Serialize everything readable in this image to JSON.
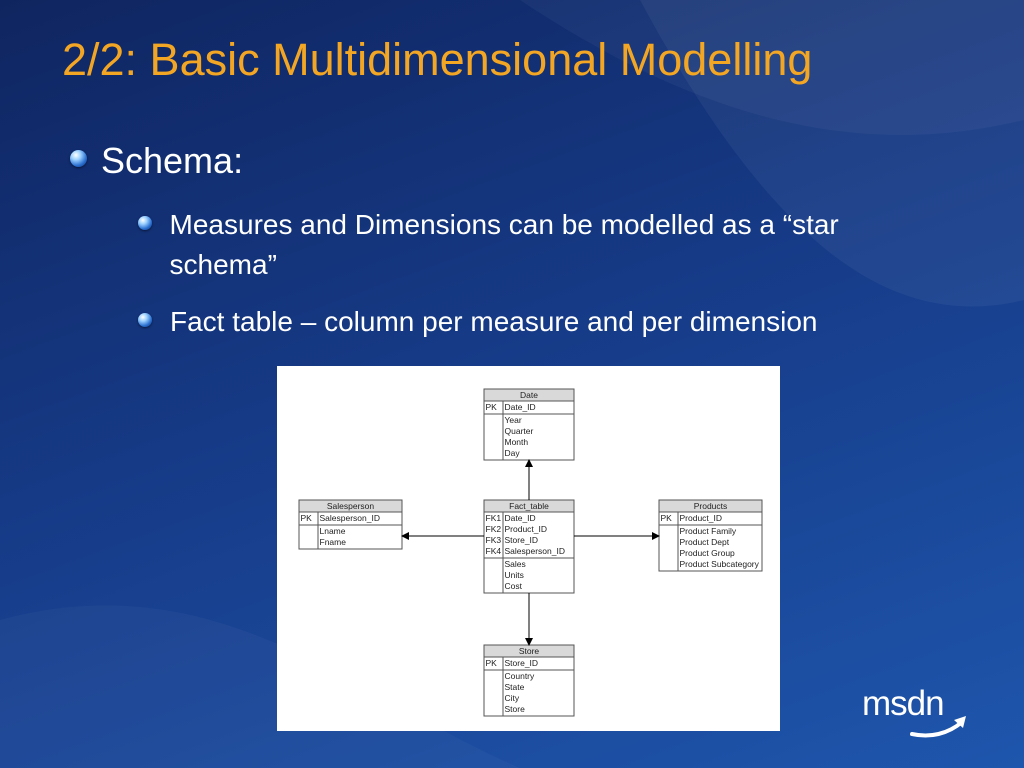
{
  "slide": {
    "title": "2/2: Basic Multidimensional Modelling",
    "bullets": [
      {
        "text": "Schema:",
        "children": [
          "Measures and Dimensions can be modelled as a “star schema”",
          "Fact table – column per measure and per dimension"
        ]
      }
    ]
  },
  "diagram": {
    "tables": [
      {
        "id": "date",
        "name": "Date",
        "keys": [
          "PK"
        ],
        "key_columns": [
          "Date_ID"
        ],
        "columns": [
          "Year",
          "Quarter",
          "Month",
          "Day"
        ]
      },
      {
        "id": "fact",
        "name": "Fact_table",
        "keys": [
          "FK1",
          "FK2",
          "FK3",
          "FK4"
        ],
        "key_columns": [
          "Date_ID",
          "Product_ID",
          "Store_ID",
          "Salesperson_ID"
        ],
        "columns": [
          "Sales",
          "Units",
          "Cost"
        ]
      },
      {
        "id": "salesperson",
        "name": "Salesperson",
        "keys": [
          "PK"
        ],
        "key_columns": [
          "Salesperson_ID"
        ],
        "columns": [
          "Lname",
          "Fname"
        ]
      },
      {
        "id": "products",
        "name": "Products",
        "keys": [
          "PK"
        ],
        "key_columns": [
          "Product_ID"
        ],
        "columns": [
          "Product Family",
          "Product Dept",
          "Product Group",
          "Product Subcategory"
        ]
      },
      {
        "id": "store",
        "name": "Store",
        "keys": [
          "PK"
        ],
        "key_columns": [
          "Store_ID"
        ],
        "columns": [
          "Country",
          "State",
          "City",
          "Store"
        ]
      }
    ],
    "relationships": [
      {
        "from": "fact",
        "to": "date"
      },
      {
        "from": "fact",
        "to": "salesperson"
      },
      {
        "from": "fact",
        "to": "products"
      },
      {
        "from": "fact",
        "to": "store"
      }
    ]
  },
  "brand": {
    "logo_text": "msdn"
  }
}
